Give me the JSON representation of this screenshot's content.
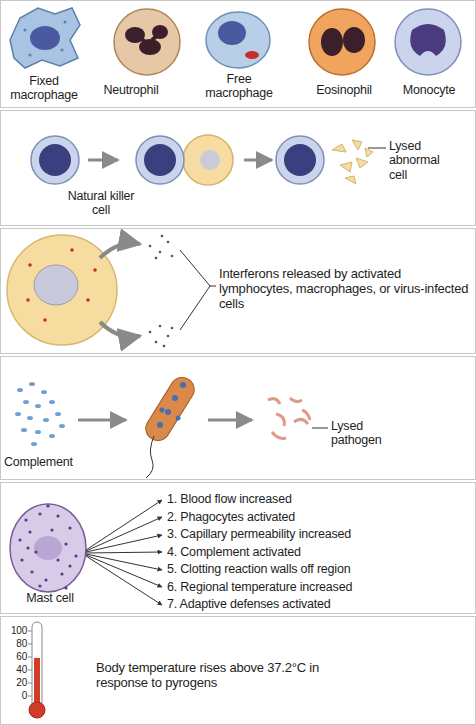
{
  "diagram": {
    "nodes": [
      {
        "text": [
          "Fixed macrophage",
          "Neutrophil",
          "Free macrophage",
          "Eosinophil",
          "Monocyte"
        ]
      },
      {
        "text": [
          "Natural killer cell",
          "Lysed abnormal cell"
        ]
      },
      {
        "text": [
          "Interferons released by activated lymphocytes, macrophages, or virus-infected cells"
        ]
      },
      {
        "text": [
          "Complement",
          "Lysed pathogen"
        ]
      },
      {
        "text": [
          "Mast cell",
          "1. Blood flow increased",
          "2. Phagocytes activated",
          "3. Capillary permeability increased",
          "4. Complement activated",
          "5. Clotting reaction walls off region",
          "6. Regional temperature increased",
          "7. Adaptive defenses activated"
        ]
      },
      {
        "text": [
          "100",
          "80",
          "60",
          "40",
          "20",
          "0",
          "Body temperature rises above 37.2°C in response to pyrogens"
        ]
      }
    ]
  }
}
